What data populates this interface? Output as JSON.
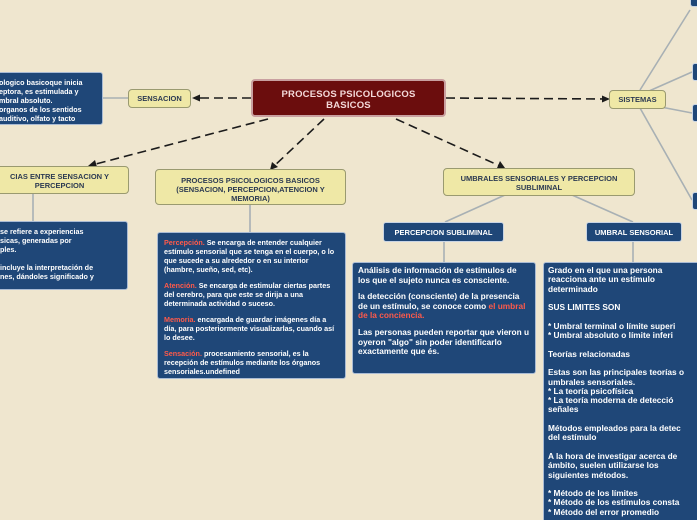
{
  "root": {
    "title_line1": "PROCESOS PSICOLOGICOS",
    "title_line2": "BASICOS"
  },
  "sensacion": {
    "label": "SENSACION",
    "card_lines": [
      "ologico basicoque inicia",
      "eptora, es estimulada y",
      "mbral absoluto.",
      "organos de los sentidos",
      "auditivo, olfato y tacto"
    ]
  },
  "sistemas": {
    "label": "SISTEMAS"
  },
  "diferencias": {
    "label_line1": "CIAS ENTRE SENSACION Y",
    "label_line2": "PERCEPCION",
    "card_lines_a": [
      "se refiere a experiencias",
      "sicas, generadas por",
      "ples."
    ],
    "card_lines_b": [
      "incluye la interpretación de",
      "nes, dándoles significado y"
    ]
  },
  "procesos": {
    "label_line1": "PROCESOS PSICOLOGICOS BASICOS",
    "label_line2": "(SENSACION, PERCEPCION,ATENCION Y",
    "label_line3": "MEMORIA)",
    "items": [
      {
        "term": "Percepción.",
        "text": " Se encarga de entender cualquier estímulo sensorial que se tenga en el cuerpo, o lo que sucede a su alrededor o en su interior (hambre, sueño, sed, etc)."
      },
      {
        "term": "Atención.",
        "text": " Se encarga de estimular ciertas partes del cerebro, para que este se dirija a una determinada actividad o suceso."
      },
      {
        "term": "Memoria.",
        "text": " encargada de guardar imágenes día a día, para posteriormente visualizarlas, cuando así lo desee."
      },
      {
        "term": "Sensación.",
        "text": " procesamiento sensorial, es la recepción de estímulos mediante los órganos sensoriales.undefined"
      }
    ]
  },
  "umbrales": {
    "label_line1": "UMBRALES SENSORIALES Y PERCEPCION",
    "label_line2": "SUBLIMINAL"
  },
  "subliminal": {
    "label": "PERCEPCION SUBLIMINAL",
    "p1": "Análisis de información de estímulos de los que el sujeto nunca es consciente.",
    "p2_before": "la detección (consciente) de la presencia de un estímulo, se conoce como ",
    "p2_red": "el umbral de la conciencia.",
    "p3": "Las personas pueden reportar que vieron u oyeron \"algo\" sin poder identificarlo exactamente que és."
  },
  "umbral_sensorial": {
    "label": "UMBRAL SENSORIAL",
    "lines": [
      "Grado en el que una persona",
      "reacciona ante un estímulo",
      "determinado",
      "",
      "SUS LIMITES SON",
      "",
      "* Umbral terminal o límite superi",
      "*  Umbral absoluto o límite inferi",
      "",
      "Teorías relacionadas",
      "",
      "Estas son las principales teorías o",
      "umbrales sensoriales.",
      "*  La teoría psicofísica",
      "*  La teoría moderna de detecció",
      "señales",
      "",
      "Métodos empleados para la detec",
      "del estímulo",
      "",
      "A la hora de investigar acerca de",
      "ámbito, suelen utilizarse los",
      "siguientes métodos.",
      "",
      "* Método de los límites",
      "* Método de los estímulos consta",
      "* Método del error promedio"
    ]
  }
}
